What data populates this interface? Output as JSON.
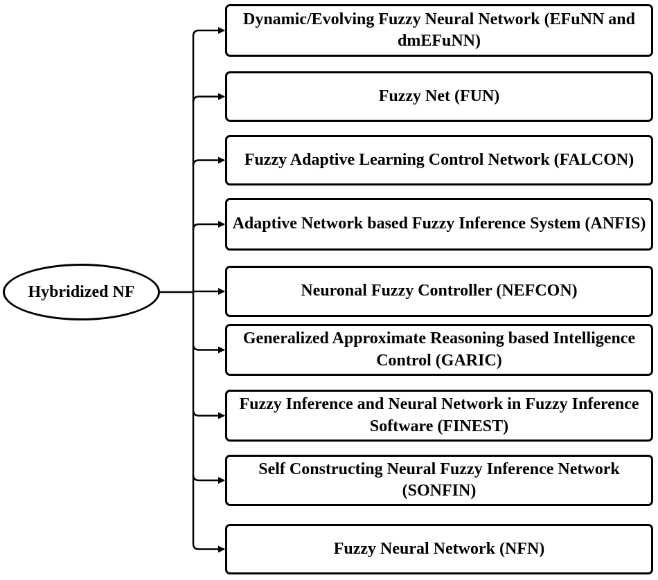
{
  "root": {
    "label": "Hybridized NF"
  },
  "items": [
    {
      "label": "Dynamic/Evolving Fuzzy Neural Network (EFuNN and dmEFuNN)"
    },
    {
      "label": "Fuzzy Net (FUN)"
    },
    {
      "label": "Fuzzy Adaptive Learning Control Network (FALCON)"
    },
    {
      "label": "Adaptive Network based Fuzzy Inference System (ANFIS)"
    },
    {
      "label": "Neuronal Fuzzy Controller (NEFCON)"
    },
    {
      "label": "Generalized Approximate Reasoning based Intelligence Control (GARIC)"
    },
    {
      "label": "Fuzzy Inference and Neural Network in Fuzzy Inference Software (FINEST)"
    },
    {
      "label": "Self Constructing Neural Fuzzy Inference Network (SONFIN)"
    },
    {
      "label": "Fuzzy Neural Network (NFN)"
    }
  ]
}
